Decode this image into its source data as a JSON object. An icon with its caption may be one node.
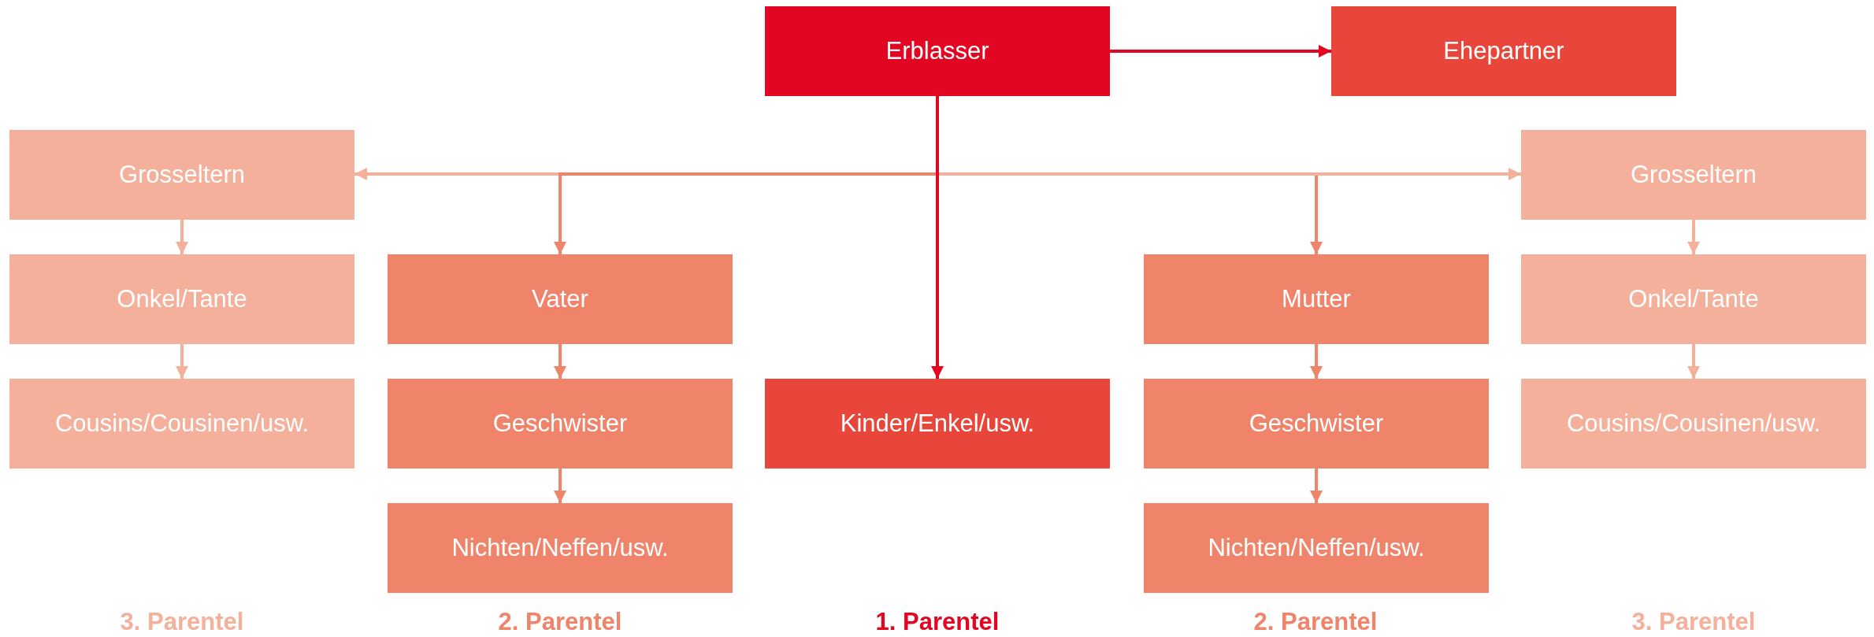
{
  "diagram": {
    "nodes": [
      {
        "text": [
          "Erblasser"
        ]
      },
      {
        "text": [
          "Ehepartner"
        ]
      },
      {
        "text": [
          "Grosseltern"
        ]
      },
      {
        "text": [
          "Grosseltern"
        ]
      },
      {
        "text": [
          "Onkel/Tante"
        ]
      },
      {
        "text": [
          "Vater"
        ]
      },
      {
        "text": [
          "Mutter"
        ]
      },
      {
        "text": [
          "Onkel/Tante"
        ]
      },
      {
        "text": [
          "Cousins/Cousinen/usw."
        ]
      },
      {
        "text": [
          "Geschwister"
        ]
      },
      {
        "text": [
          "Kinder/Enkel/usw."
        ]
      },
      {
        "text": [
          "Geschwister"
        ]
      },
      {
        "text": [
          "Cousins/Cousinen/usw."
        ]
      },
      {
        "text": [
          "Nichten/Neffen/usw."
        ]
      },
      {
        "text": [
          "Nichten/Neffen/usw."
        ]
      }
    ],
    "edges": [
      {
        "from": 0,
        "to": 1,
        "arrow": "to",
        "color": "#e30622"
      },
      {
        "from": 0,
        "to": 10,
        "arrow": "to",
        "color": "#e30622"
      },
      {
        "from": 0,
        "to": 2,
        "arrow": "to",
        "color": "#f4b09a"
      },
      {
        "from": 0,
        "to": 5,
        "arrow": "to",
        "color": "#ef846a"
      },
      {
        "from": 0,
        "to": 6,
        "arrow": "to",
        "color": "#ef846a"
      },
      {
        "from": 0,
        "to": 3,
        "arrow": "to",
        "color": "#f4b09a"
      },
      {
        "from": 2,
        "to": 4,
        "arrow": "to",
        "color": "#f4b09a"
      },
      {
        "from": 4,
        "to": 8,
        "arrow": "to",
        "color": "#f4b09a"
      },
      {
        "from": 5,
        "to": 9,
        "arrow": "to",
        "color": "#ef846a"
      },
      {
        "from": 9,
        "to": 13,
        "arrow": "to",
        "color": "#ef846a"
      },
      {
        "from": 6,
        "to": 11,
        "arrow": "to",
        "color": "#ef846a"
      },
      {
        "from": 11,
        "to": 14,
        "arrow": "to",
        "color": "#ef846a"
      },
      {
        "from": 3,
        "to": 7,
        "arrow": "to",
        "color": "#f4b09a"
      },
      {
        "from": 7,
        "to": 12,
        "arrow": "to",
        "color": "#f4b09a"
      }
    ],
    "labels": [
      "3. Parentel",
      "2. Parentel",
      "1. Parentel",
      "2. Parentel",
      "3. Parentel"
    ]
  }
}
